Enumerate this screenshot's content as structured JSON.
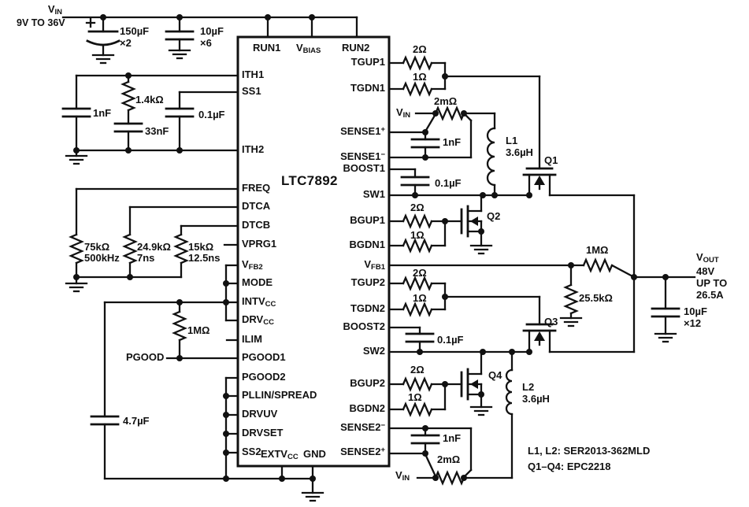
{
  "schematic": {
    "ic": {
      "name": "LTC7892",
      "top_pins": [
        "RUN1",
        {
          "main": "V",
          "sub": "BIAS"
        },
        "RUN2"
      ],
      "bottom_pins": [
        {
          "main": "EXTV",
          "sub": "CC"
        },
        "GND"
      ],
      "left_pins": [
        "ITH1",
        "SS1",
        "ITH2",
        "FREQ",
        "DTCA",
        "DTCB",
        "VPRG1",
        {
          "main": "V",
          "sub": "FB2"
        },
        "MODE",
        {
          "main": "INTV",
          "sub": "CC"
        },
        {
          "main": "DRV",
          "sub": "CC"
        },
        "ILIM",
        "PGOOD1",
        "PGOOD2",
        "PLLIN/SPREAD",
        "DRVUV",
        "DRVSET",
        "SS2"
      ],
      "right_pins": [
        "TGUP1",
        "TGDN1",
        {
          "main": "SENSE1",
          "sup": "+"
        },
        {
          "main": "SENSE1",
          "sup": "−"
        },
        "BOOST1",
        "SW1",
        "BGUP1",
        "BGDN1",
        {
          "main": "V",
          "sub": "FB1"
        },
        "TGUP2",
        "TGDN2",
        "BOOST2",
        "SW2",
        "BGUP2",
        "BGDN2",
        {
          "main": "SENSE2",
          "sup": "−"
        },
        {
          "main": "SENSE2",
          "sup": "+"
        }
      ]
    },
    "input": {
      "label": {
        "main": "V",
        "sub": "IN"
      },
      "range": "9V TO 36V",
      "bulk_cap": "150µF",
      "bulk_qty": "×2",
      "cer_cap": "10µF",
      "cer_qty": "×6"
    },
    "comp": {
      "c_ith": "1nF",
      "r_ith": "1.4kΩ",
      "c2_ith": "33nF",
      "c_ss1": "0.1µF"
    },
    "timing": {
      "freq_r": "75kΩ",
      "freq_f": "500kHz",
      "dtca_r": "24.9kΩ",
      "dtca_t": "7ns",
      "dtcb_r": "15kΩ",
      "dtcb_t": "12.5ns"
    },
    "house": {
      "pgood_r": "1MΩ",
      "pgood": "PGOOD",
      "c_intvcc": "4.7µF"
    },
    "ch1": {
      "r_tgup": "2Ω",
      "r_tgdn": "1Ω",
      "r_sense": "2mΩ",
      "vin": {
        "main": "V",
        "sub": "IN"
      },
      "c_sense": "1nF",
      "l_name": "L1",
      "l_val": "3.6µH",
      "q_top": "Q1",
      "c_boost": "0.1µF",
      "r_bgup": "2Ω",
      "r_bgdn": "1Ω",
      "q_bot": "Q2"
    },
    "ch2": {
      "r_tgup": "2Ω",
      "r_tgdn": "1Ω",
      "r_sense": "2mΩ",
      "vin": {
        "main": "V",
        "sub": "IN"
      },
      "c_sense": "1nF",
      "l_name": "L2",
      "l_val": "3.6µH",
      "q_top": "Q3",
      "c_boost": "0.1µF",
      "r_bgup": "2Ω",
      "r_bgdn": "1Ω",
      "q_bot": "Q4"
    },
    "fb": {
      "r_top": "1MΩ",
      "r_bot": "25.5kΩ"
    },
    "out": {
      "label": {
        "main": "V",
        "sub": "OUT"
      },
      "volts": "48V",
      "upto": "UP TO",
      "amps": "26.5A",
      "cap": "10µF",
      "cap_qty": "×12"
    },
    "notes": {
      "inductors": "L1, L2: SER2013-362MLD",
      "fets": "Q1–Q4: EPC2218"
    }
  }
}
